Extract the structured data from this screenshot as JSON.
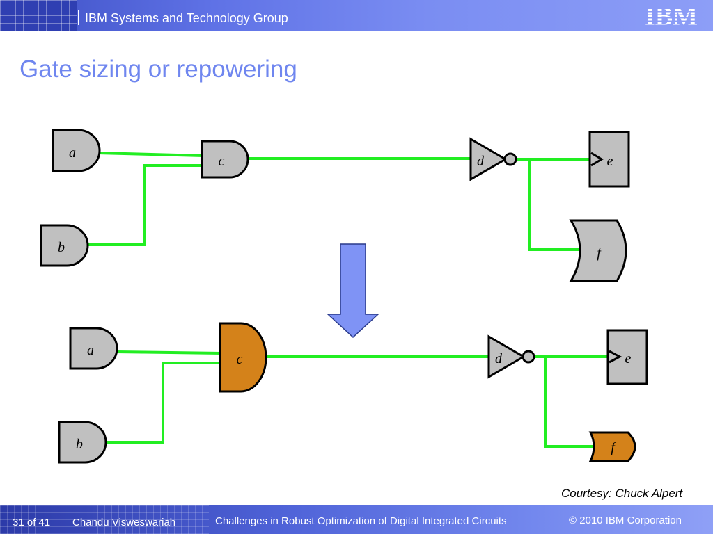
{
  "header": {
    "group_title": "IBM Systems and Technology Group",
    "logo_text": "IBM"
  },
  "slide": {
    "title": "Gate sizing or repowering"
  },
  "diagram": {
    "top": {
      "gates": {
        "a": "a",
        "b": "b",
        "c": "c",
        "d": "d",
        "e": "e",
        "f": "f"
      }
    },
    "bottom": {
      "gates": {
        "a": "a",
        "b": "b",
        "c": "c",
        "d": "d",
        "e": "e",
        "f": "f"
      }
    },
    "colors": {
      "wire": "#22ee22",
      "gate_default": "#c0c0c0",
      "gate_resized": "#d4821a",
      "arrow": "#7f93f5"
    }
  },
  "courtesy": "Courtesy: Chuck Alpert",
  "footer": {
    "page": "31 of 41",
    "author": "Chandu Visweswariah",
    "talk_title": "Challenges in Robust Optimization of Digital Integrated Circuits",
    "copyright": "© 2010 IBM Corporation"
  }
}
